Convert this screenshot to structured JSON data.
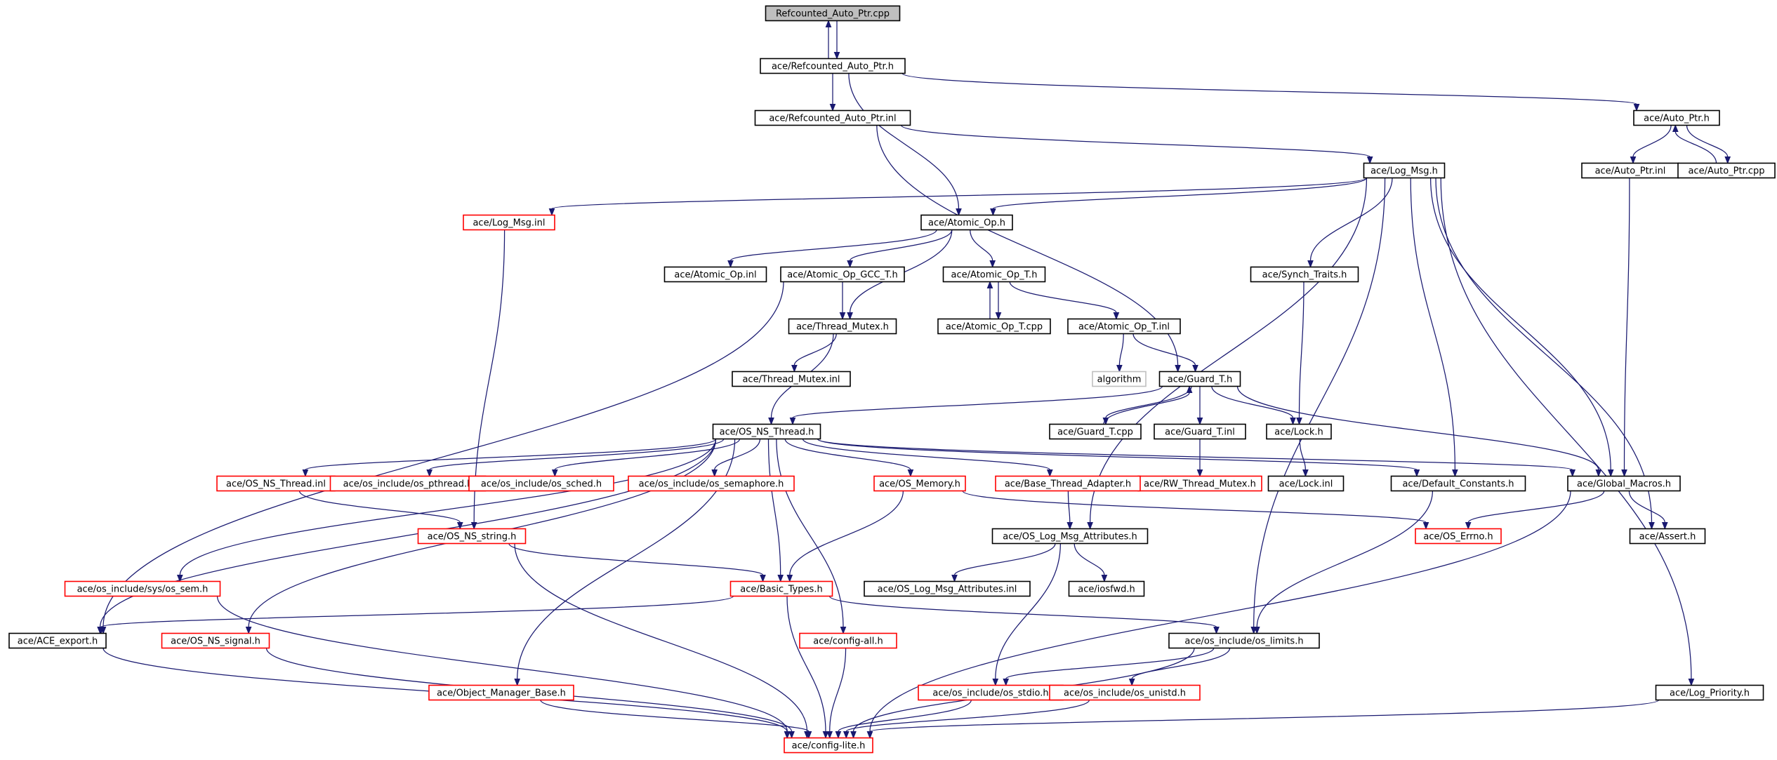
{
  "diagram": {
    "colors": {
      "edge": "#191970",
      "node_border": "#000000",
      "incomplete_border": "#ff0000",
      "external_border": "#bfbfbf",
      "root_fill": "#bfbfbf"
    },
    "nodes": {
      "root": "Refcounted_Auto_Ptr.cpp",
      "rap_h": "ace/Refcounted_Auto_Ptr.h",
      "rap_inl": "ace/Refcounted_Auto_Ptr.inl",
      "ap_h": "ace/Auto_Ptr.h",
      "ap_inl": "ace/Auto_Ptr.inl",
      "ap_cpp": "ace/Auto_Ptr.cpp",
      "logmsg_h": "ace/Log_Msg.h",
      "logmsg_inl": "ace/Log_Msg.inl",
      "atomic_h": "ace/Atomic_Op.h",
      "atomic_inl": "ace/Atomic_Op.inl",
      "atomic_gcc": "ace/Atomic_Op_GCC_T.h",
      "atomic_t_h": "ace/Atomic_Op_T.h",
      "atomic_t_cpp": "ace/Atomic_Op_T.cpp",
      "atomic_t_inl": "ace/Atomic_Op_T.inl",
      "synch": "ace/Synch_Traits.h",
      "tmutex_h": "ace/Thread_Mutex.h",
      "tmutex_inl": "ace/Thread_Mutex.inl",
      "algorithm": "algorithm",
      "guard_h": "ace/Guard_T.h",
      "guard_cpp": "ace/Guard_T.cpp",
      "guard_inl": "ace/Guard_T.inl",
      "lock_h": "ace/Lock.h",
      "lock_inl": "ace/Lock.inl",
      "rwtm": "ace/RW_Thread_Mutex.h",
      "osnst_h": "ace/OS_NS_Thread.h",
      "osnst_inl": "ace/OS_NS_Thread.inl",
      "pthread": "ace/os_include/os_pthread.h",
      "sched": "ace/os_include/os_sched.h",
      "semaphore": "ace/os_include/os_semaphore.h",
      "osmem": "ace/OS_Memory.h",
      "bta": "ace/Base_Thread_Adapter.h",
      "defconst": "ace/Default_Constants.h",
      "globalm": "ace/Global_Macros.h",
      "assert": "ace/Assert.h",
      "errno": "ace/OS_Errno.h",
      "oslma_h": "ace/OS_Log_Msg_Attributes.h",
      "oslma_inl": "ace/OS_Log_Msg_Attributes.inl",
      "iosfwd": "ace/iosfwd.h",
      "nsstring": "ace/OS_NS_string.h",
      "ossem": "ace/os_include/sys/os_sem.h",
      "basic": "ace/Basic_Types.h",
      "aceexport": "ace/ACE_export.h",
      "nssignal": "ace/OS_NS_signal.h",
      "configall": "ace/config-all.h",
      "oslimits": "ace/os_include/os_limits.h",
      "omb": "ace/Object_Manager_Base.h",
      "stdio": "ace/os_include/os_stdio.h",
      "unistd": "ace/os_include/os_unistd.h",
      "logprio": "ace/Log_Priority.h",
      "configlite": "ace/config-lite.h"
    }
  }
}
